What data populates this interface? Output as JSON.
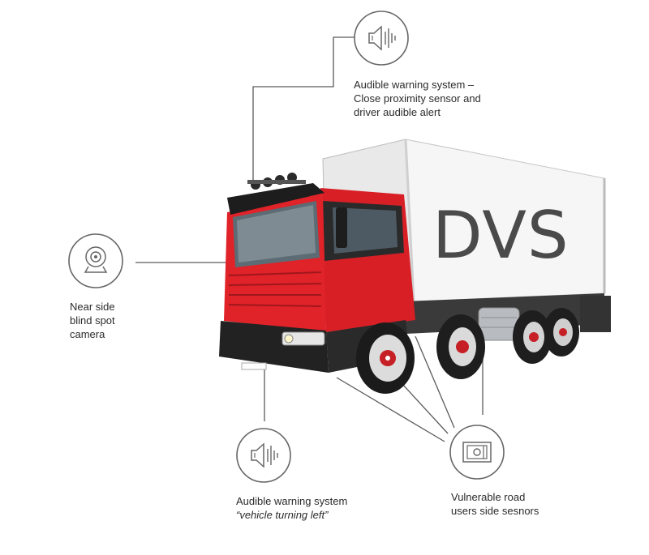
{
  "box_label": "DVS",
  "callouts": {
    "top": {
      "icon": "speaker-icon",
      "lines": [
        "Audible warning system –",
        "Close proximity sensor and",
        "driver audible alert"
      ]
    },
    "left": {
      "icon": "camera-icon",
      "lines": [
        "Near side",
        "blind spot",
        "camera"
      ]
    },
    "bottom_left": {
      "icon": "speaker-icon",
      "line1": "Audible warning system",
      "line2": "“vehicle turning left”"
    },
    "bottom_right": {
      "icon": "sensor-icon",
      "lines": [
        "Vulnerable road",
        "users side sesnors"
      ]
    }
  },
  "colors": {
    "cab_red": "#d81f26",
    "line_gray": "#5a5a5a",
    "icon_stroke": "#666666"
  }
}
